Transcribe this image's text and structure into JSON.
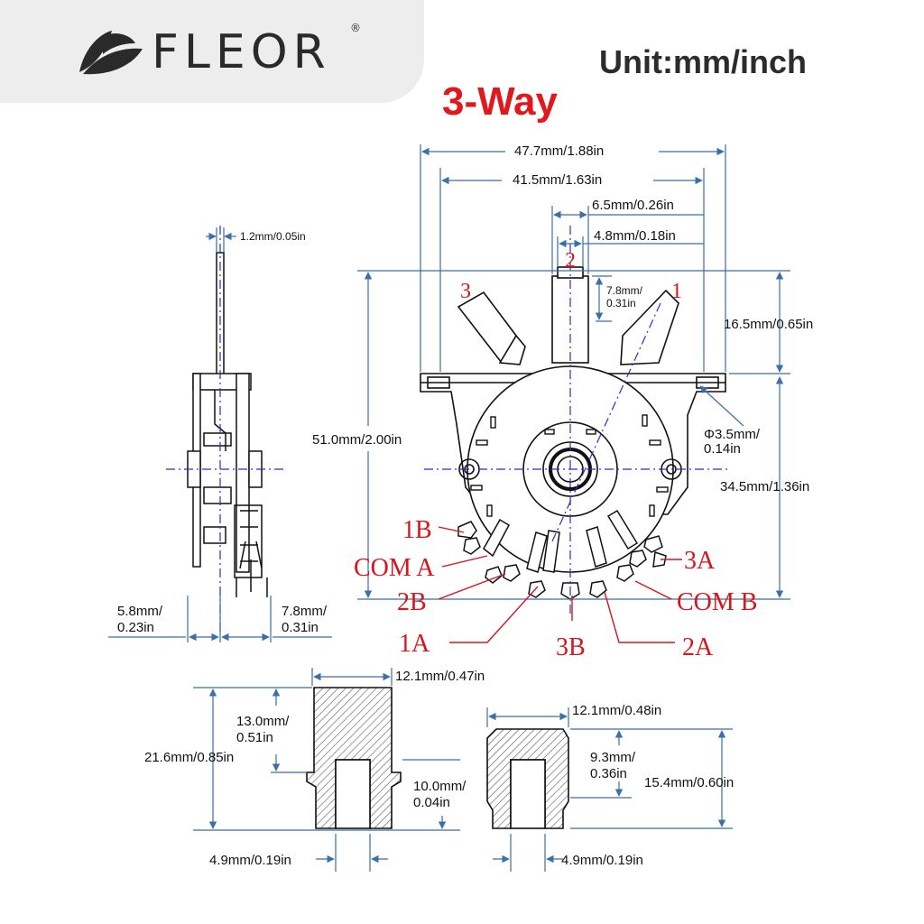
{
  "brand": {
    "name": "FLEOR",
    "registered": "®"
  },
  "unit_label": "Unit:mm/inch",
  "title": "3-Way",
  "dimensions": {
    "overall_width": "47.7mm/1.88in",
    "hole_span": "41.5mm/1.63in",
    "lever_base": "6.5mm/0.26in",
    "lever_tip": "4.8mm/0.18in",
    "lever_upper_l1": "7.8mm/",
    "lever_upper_l2": "0.31in",
    "lever_height": "16.5mm/0.65in",
    "total_height": "51.0mm/2.00in",
    "hole_dia_l1": "Φ3.5mm/",
    "hole_dia_l2": "0.14in",
    "body_height": "34.5mm/1.36in",
    "side_thickness": "1.2mm/0.05in",
    "side_left_l1": "5.8mm/",
    "side_left_l2": "0.23in",
    "side_right_l1": "7.8mm/",
    "side_right_l2": "0.31in",
    "knob1_width": "12.1mm/0.47in",
    "knob1_top_l1": "13.0mm/",
    "knob1_top_l2": "0.51in",
    "knob1_total": "21.6mm/0.85in",
    "knob1_bottom_l1": "10.0mm/",
    "knob1_bottom_l2": "0.04in",
    "knob1_hole": "4.9mm/0.19in",
    "knob2_width": "12.1mm/0.48in",
    "knob2_top_l1": "9.3mm/",
    "knob2_top_l2": "0.36in",
    "knob2_total": "15.4mm/0.60in",
    "knob2_hole": "4.9mm/0.19in"
  },
  "positions": {
    "p1": "1",
    "p2": "2",
    "p3": "3"
  },
  "terminals": {
    "t1B": "1B",
    "tCOMA": "COM A",
    "t2B": "2B",
    "t1A": "1A",
    "t3B": "3B",
    "t2A": "2A",
    "tCOMB": "COM B",
    "t3A": "3A"
  },
  "colors": {
    "dimension_line": "#3a6fa8",
    "label_red": "#d7161b",
    "centerline": "#2b2bd0"
  }
}
